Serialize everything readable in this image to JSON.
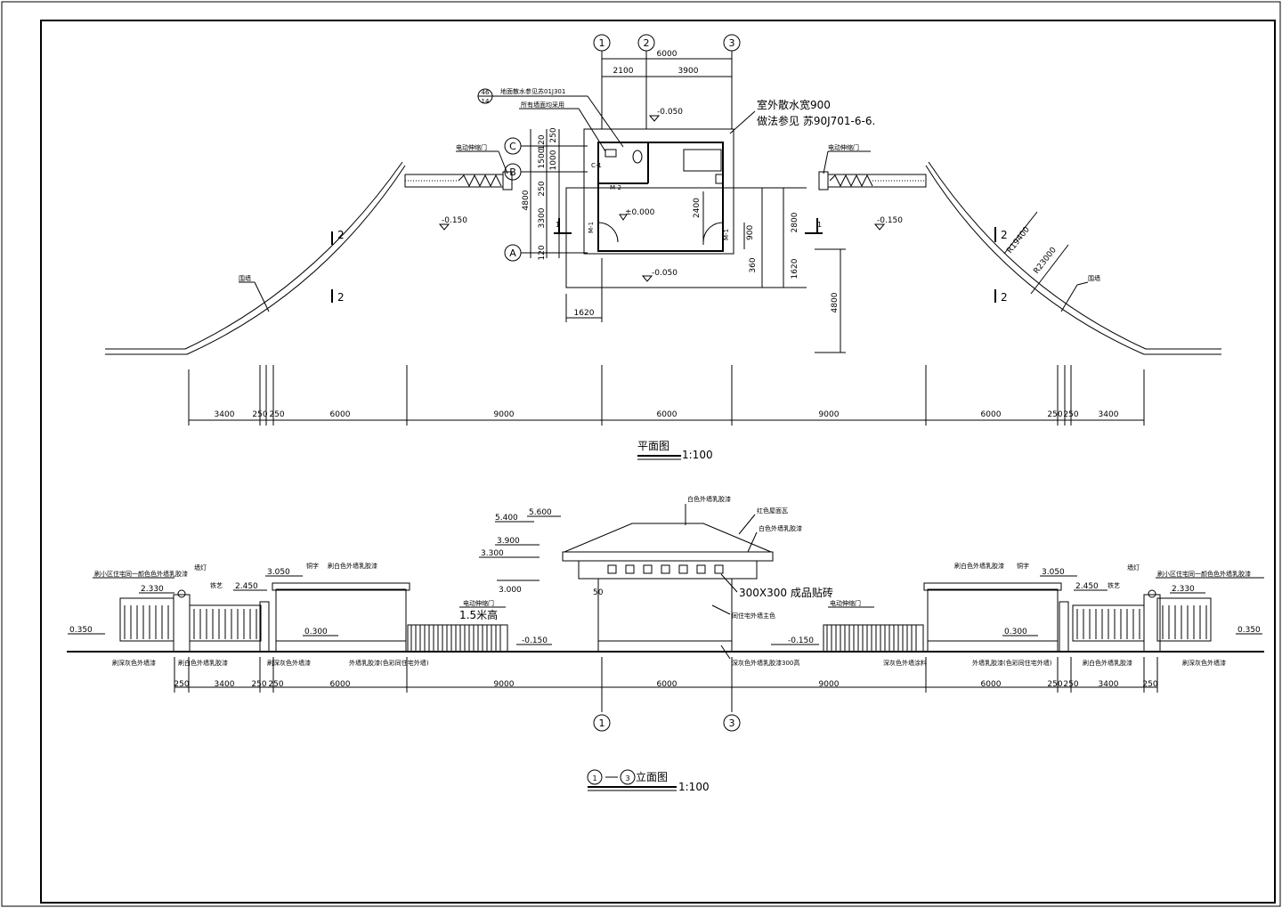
{
  "plan": {
    "axes_top": [
      "1",
      "2",
      "3"
    ],
    "axes_side": [
      "C",
      "B",
      "A"
    ],
    "top_total": "6000",
    "top_parts": [
      "2100",
      "3900"
    ],
    "left_total": "4800",
    "left_parts": [
      "1500",
      "1000",
      "120",
      "250",
      "250",
      "3300",
      "120"
    ],
    "right_parts": [
      "2800",
      "1620",
      "360",
      "900",
      "4800"
    ],
    "inner_dims": [
      "2400",
      "900"
    ],
    "bottom_dim": "1620",
    "door_labels": [
      "C-1",
      "M-2",
      "M-1",
      "M-1"
    ],
    "note_circle": [
      "46",
      "14"
    ],
    "note1": "地面散水参见苏01J301",
    "note2": "所有墙面均采用",
    "note3": "室外散水宽900",
    "note4": "做法参见  苏90J701-6-6.",
    "elev_neg150_left": "-0.150",
    "elev_neg150_right": "-0.150",
    "elev_neg050_top": "-0.050",
    "elev_zero": "±0.000",
    "elev_neg050_bottom": "-0.050",
    "gate_left": "电动伸缩门",
    "gate_right": "电动伸缩门",
    "wall_left": "围墙",
    "wall_right": "围墙",
    "section_marks": [
      "2",
      "2",
      "2",
      "2"
    ],
    "section_1": [
      "1",
      "1"
    ],
    "radius_1": "R19400",
    "radius_2": "R23000",
    "bottom_dims": [
      "3400",
      "250",
      "250",
      "6000",
      "9000",
      "6000",
      "9000",
      "6000",
      "250",
      "250",
      "3400"
    ],
    "title": "平面图",
    "scale": "1:100"
  },
  "elevation": {
    "elevs": [
      "5.400",
      "5.600",
      "3.900",
      "3.300",
      "3.000",
      "3.050",
      "3.050",
      "2.450",
      "2.450",
      "2.330",
      "2.330",
      "0.350",
      "0.350",
      "0.300",
      "0.300",
      "-0.150",
      "-0.150",
      "50"
    ],
    "notes": {
      "roof_top": "白色外墙乳胶漆",
      "roof_tile": "红色屋面瓦",
      "roof_band": "白色外墙乳胶漆",
      "tile": "300X300 成品贴砖",
      "main_color": "同住宅外墙主色",
      "base": "深灰色外墙乳胶漆300高",
      "gate_left": "电动伸缩门",
      "gate_left_h": "1.5米高",
      "gate_right": "电动伸缩门",
      "left_top": "刷小区住宅同一颜色色外墙乳胶漆",
      "right_top": "刷小区住宅同一颜色色外墙乳胶漆",
      "lamp_l": "墙灯",
      "lamp_r": "墙灯",
      "iron_l": "铁艺",
      "iron_r": "铁艺",
      "copper_l": "铜字",
      "copper_r": "铜字",
      "white_l": "刷白色外墙乳胶漆",
      "white_r": "刷白色外墙乳胶漆",
      "deep_gray_l": "刷深灰色外墙漆",
      "deep_gray_r": "刷深灰色外墙漆",
      "white_bottom_l": "刷白色外墙乳胶漆",
      "white_bottom_r": "刷白色外墙乳胶漆",
      "deepgray2_l": "刷深灰色外墙漆",
      "deepgray2_r": "深灰色外墙涂料",
      "wall_paint_l": "外墙乳胶漆(色彩同住宅外墙)",
      "wall_paint_r": "外墙乳胶漆(色彩同住宅外墙)"
    },
    "dims": [
      "250",
      "3400",
      "250",
      "250",
      "6000",
      "9000",
      "6000",
      "9000",
      "6000",
      "250",
      "250",
      "3400",
      "250"
    ],
    "axes": [
      "1",
      "3"
    ],
    "title_a": "1",
    "title_b": "3",
    "title": "立面图",
    "scale": "1:100"
  }
}
